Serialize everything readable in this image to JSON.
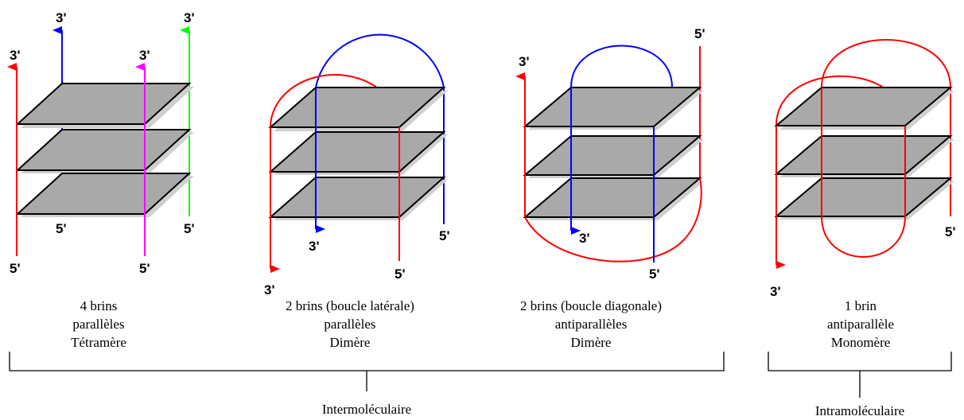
{
  "colors": {
    "red": "#ff0000",
    "blue": "#0000ff",
    "magenta": "#ff00ff",
    "green": "#00ff00",
    "plate": "#a9a9a9",
    "plate_shadow": "#cfcfcf"
  },
  "labels": {
    "three_prime": "3'",
    "five_prime": "5'"
  },
  "panels": [
    {
      "caption_lines": [
        "4 brins",
        "parallèles",
        "Tétramère"
      ]
    },
    {
      "caption_lines": [
        "2 brins (boucle latérale)",
        "parallèles",
        "Dimère"
      ]
    },
    {
      "caption_lines": [
        "2 brins (boucle diagonale)",
        "antiparallèles",
        "Dimère"
      ]
    },
    {
      "caption_lines": [
        "1 brin",
        "antiparallèle",
        "Monomère"
      ]
    }
  ],
  "groups": {
    "inter": "Intermoléculaire",
    "intra": "Intramoléculaire"
  }
}
